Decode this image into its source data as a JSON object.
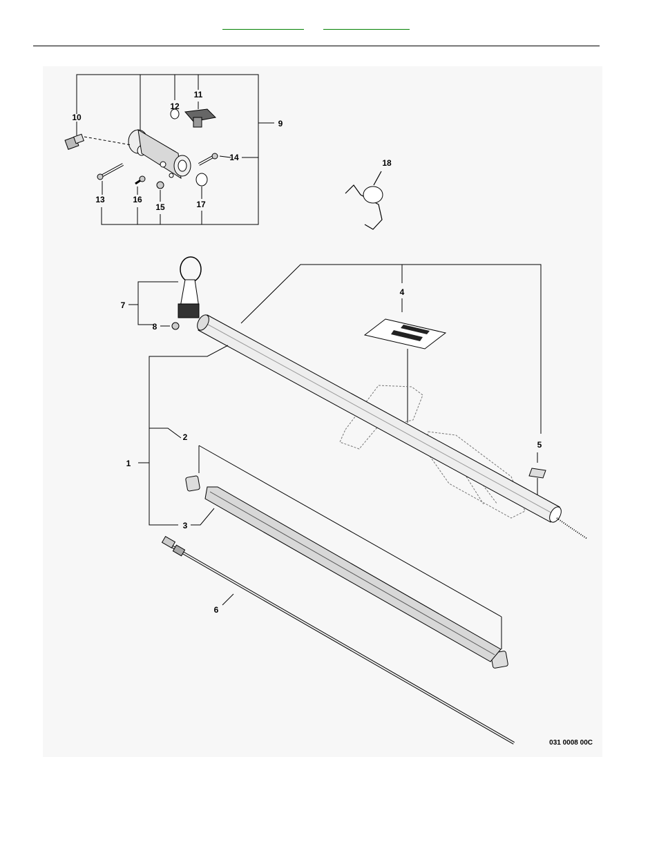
{
  "header": {
    "links": [
      "",
      ""
    ],
    "link_color": "#008000"
  },
  "diagram": {
    "callouts": [
      "1",
      "2",
      "3",
      "4",
      "5",
      "6",
      "7",
      "8",
      "9",
      "10",
      "11",
      "12",
      "13",
      "14",
      "15",
      "16",
      "17",
      "18"
    ],
    "drawing_code": "031 0008 00C"
  }
}
